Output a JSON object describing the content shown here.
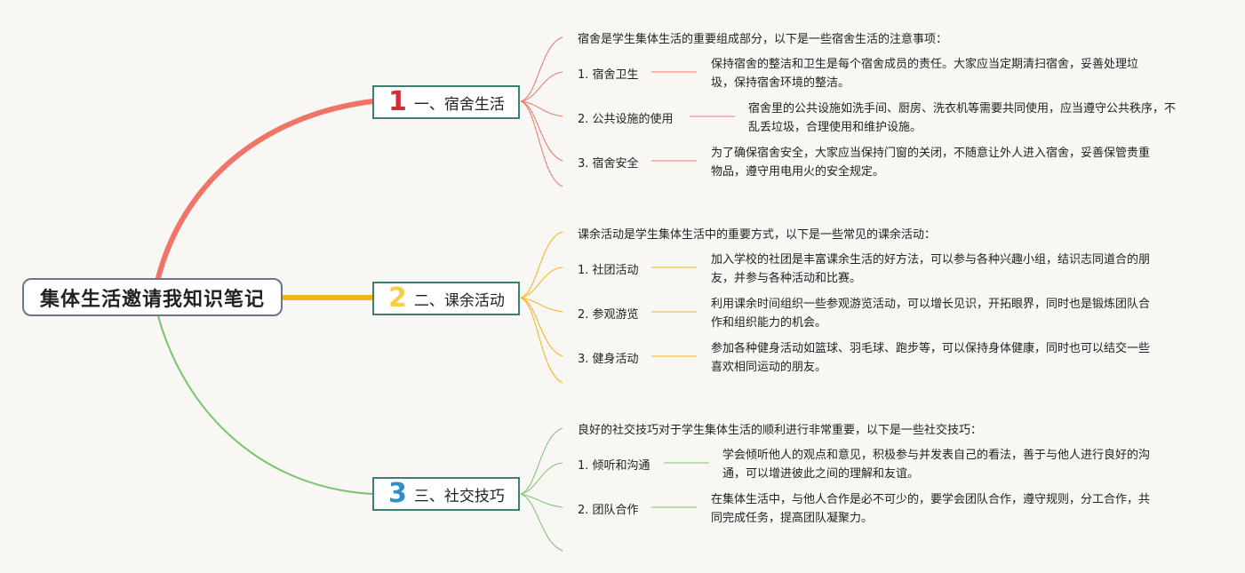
{
  "root": {
    "title": "集体生活邀请我知识笔记"
  },
  "sections": [
    {
      "number": "1",
      "title": "一、宿舍生活",
      "color": "#f07467",
      "number_color": "#d22d39",
      "intro": "宿舍是学生集体生活的重要组成部分，以下是一些宿舍生活的注意事项：",
      "items": [
        {
          "label": "1. 宿舍卫生",
          "desc": "保持宿舍的整洁和卫生是每个宿舍成员的责任。大家应当定期清扫宿舍，妥善处理垃圾，保持宿舍环境的整洁。"
        },
        {
          "label": "2. 公共设施的使用",
          "desc": "宿舍里的公共设施如洗手间、厨房、洗衣机等需要共同使用，应当遵守公共秩序，不乱丢垃圾，合理使用和维护设施。"
        },
        {
          "label": "3. 宿舍安全",
          "desc": "为了确保宿舍安全，大家应当保持门窗的关闭，不随意让外人进入宿舍，妥善保管贵重物品，遵守用电用火的安全规定。"
        }
      ]
    },
    {
      "number": "2",
      "title": "二、课余活动",
      "color": "#f6b21b",
      "number_color": "#f4cf45",
      "intro": "课余活动是学生集体生活中的重要方式，以下是一些常见的课余活动：",
      "items": [
        {
          "label": "1. 社团活动",
          "desc": "加入学校的社团是丰富课余生活的好方法，可以参与各种兴趣小组，结识志同道合的朋友，并参与各种活动和比赛。"
        },
        {
          "label": "2. 参观游览",
          "desc": "利用课余时间组织一些参观游览活动，可以增长见识，开拓眼界，同时也是锻炼团队合作和组织能力的机会。"
        },
        {
          "label": "3. 健身活动",
          "desc": "参加各种健身活动如篮球、羽毛球、跑步等，可以保持身体健康，同时也可以结交一些喜欢相同运动的朋友。"
        }
      ]
    },
    {
      "number": "3",
      "title": "三、社交技巧",
      "color": "#78c46b",
      "number_color": "#2f8fce",
      "intro": "良好的社交技巧对于学生集体生活的顺利进行非常重要，以下是一些社交技巧：",
      "items": [
        {
          "label": "1. 倾听和沟通",
          "desc": "学会倾听他人的观点和意见，积极参与并发表自己的看法，善于与他人进行良好的沟通，可以增进彼此之间的理解和友谊。"
        },
        {
          "label": "2. 团队合作",
          "desc": "在集体生活中，与他人合作是必不可少的，要学会团队合作，遵守规则，分工合作，共同完成任务，提高团队凝聚力。"
        }
      ]
    }
  ]
}
